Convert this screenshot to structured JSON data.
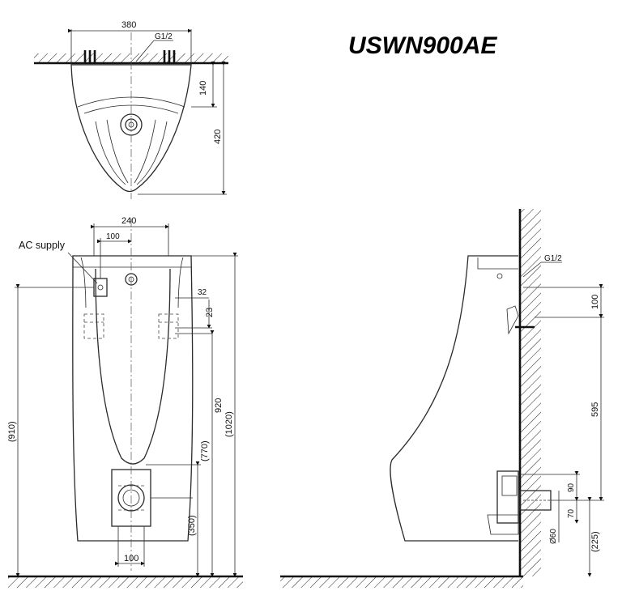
{
  "model": "USWN900AE",
  "top_view": {
    "width": "380",
    "inlet": "G1/2",
    "depth_to_inlet": "140",
    "depth": "420"
  },
  "front_view": {
    "ac_supply_label": "AC supply",
    "inlet_spacing": "240",
    "ac_offset": "100",
    "bracket_offset": "32",
    "bracket_height": "23",
    "mount_height": "(910)",
    "bracket_elevation": "920",
    "total_height": "(1020)",
    "drain_top": "(770)",
    "drain_center": "(350)",
    "drain_width": "100"
  },
  "side_view": {
    "inlet": "G1/2",
    "inlet_drop": "100",
    "drain_rise": "595",
    "drain_gap": "90",
    "drain_offset": "70",
    "drain_pipe": "Ø60",
    "drain_height": "(225)"
  }
}
